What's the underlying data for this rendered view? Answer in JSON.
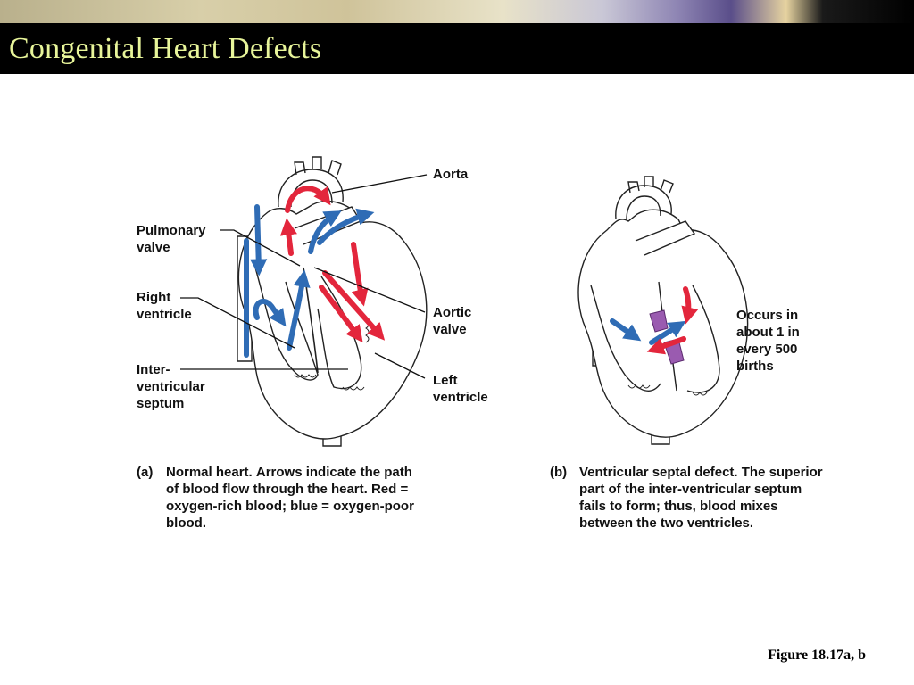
{
  "slide": {
    "title": "Congenital Heart Defects",
    "figure_ref": "Figure 18.17a, b"
  },
  "panel_a": {
    "labels": {
      "aorta": "Aorta",
      "pulmonary_valve": "Pulmonary\nvalve",
      "right_ventricle": "Right\nventricle",
      "interventricular_septum": "Inter-\nventricular\nseptum",
      "aortic_valve": "Aortic\nvalve",
      "left_ventricle": "Left\nventricle"
    },
    "caption": {
      "tag": "(a)",
      "title": "Normal heart.",
      "body": "Arrows indicate the path of blood flow through the heart. Red = oxygen-rich blood; blue = oxygen-poor blood."
    }
  },
  "panel_b": {
    "note": "Occurs in\nabout 1 in\nevery 500\nbirths",
    "caption": {
      "tag": "(b)",
      "title": "Ventricular septal defect.",
      "body": "The superior part of the inter-ventricular septum fails to form; thus, blood mixes between the two ventricles."
    }
  },
  "colors": {
    "oxygen_rich": "#e3263c",
    "oxygen_poor": "#2f6cb5",
    "defect": "#9a5bb0",
    "title_text": "#e8f59a"
  }
}
